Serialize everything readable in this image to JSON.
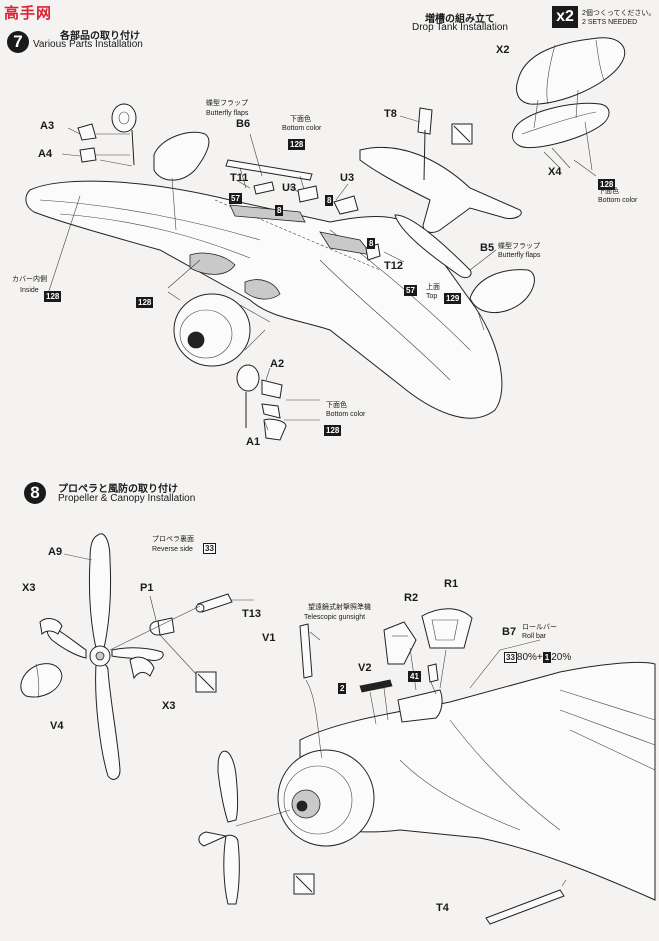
{
  "watermark": "高手网",
  "step7": {
    "number": "7",
    "title_jp": "各部品の取り付け",
    "title_en": "Various Parts Installation"
  },
  "drop_tank": {
    "title_jp": "増槽の組み立て",
    "title_en": "Drop Tank Installation",
    "multiplier": "x2",
    "note_jp": "2個つくってください。",
    "note_en": "2 SETS NEEDED",
    "parts": {
      "x2": "X2",
      "x4": "X4"
    },
    "color": "128",
    "color_jp": "下面色",
    "color_en": "Bottom color"
  },
  "step7_labels": {
    "a3": "A3",
    "a4": "A4",
    "b6": "B6",
    "t11": "T11",
    "u3_left": "U3",
    "u3_right": "U3",
    "t8": "T8",
    "t12": "T12",
    "b5": "B5",
    "a2": "A2",
    "a1": "A1",
    "flap_jp": "蝶型フラップ",
    "flap_en": "Butterfly flaps",
    "flap2_jp": "蝶型フラップ",
    "flap2_en": "Butterfly flaps",
    "bottom_jp": "下面色",
    "bottom_en": "Bottom color",
    "bottom2_jp": "下面色",
    "bottom2_en": "Bottom color",
    "inside_jp": "カバー内側",
    "inside_en": "Inside",
    "top_jp": "上面",
    "top_en": "Top",
    "c128_b6": "128",
    "c57_t11": "57",
    "c8_u3": "8",
    "c8_u3b": "8",
    "c8_t12": "8",
    "c57_t12": "57",
    "c129": "129",
    "c128_inside": "128",
    "c128_wing": "128",
    "c128_a1": "128"
  },
  "step8": {
    "number": "8",
    "title_jp": "プロペラと風防の取り付け",
    "title_en": "Propeller & Canopy Installation"
  },
  "step8_labels": {
    "a9": "A9",
    "x3_top": "X3",
    "p1": "P1",
    "t13": "T13",
    "v4": "V4",
    "x3_bottom": "X3",
    "v1": "V1",
    "r2": "R2",
    "r1": "R1",
    "b7": "B7",
    "v2": "V2",
    "t4": "T4",
    "prop_jp": "プロペラ裏面",
    "prop_en": "Reverse side",
    "prop_color": "33",
    "sight_jp": "望遠鏡式射撃照準機",
    "sight_en": "Telescopic gunsight",
    "rollbar_jp": "ロールバー",
    "rollbar_en": "Roll bar",
    "mix_a": "33",
    "mix_a_pct": "80%",
    "mix_plus": "+",
    "mix_b": "1",
    "mix_b_pct": "20%",
    "c2": "2",
    "c41": "41"
  }
}
